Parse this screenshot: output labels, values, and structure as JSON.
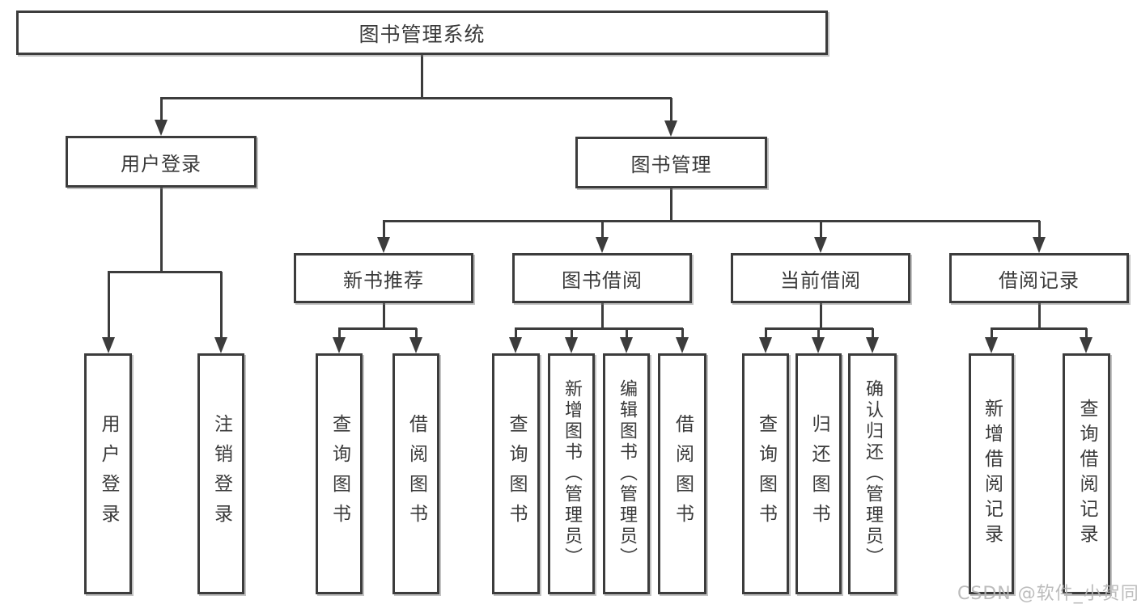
{
  "diagram": {
    "title": "图书管理系统",
    "nodes": {
      "root": {
        "label": "图书管理系统"
      },
      "user_login": {
        "label": "用户登录"
      },
      "book_mgmt": {
        "label": "图书管理"
      },
      "new_book_rec": {
        "label": "新书推荐"
      },
      "book_borrow": {
        "label": "图书借阅"
      },
      "current_borrow": {
        "label": "当前借阅"
      },
      "borrow_records": {
        "label": "借阅记录"
      },
      "ul_login": {
        "label": "用户登录"
      },
      "ul_logout": {
        "label": "注销登录"
      },
      "nbr_query": {
        "label": "查询图书"
      },
      "nbr_borrow": {
        "label": "借阅图书"
      },
      "bb_query": {
        "label": "查询图书"
      },
      "bb_add": {
        "label": "新增图书（管理员）"
      },
      "bb_edit": {
        "label": "编辑图书（管理员）"
      },
      "bb_borrow": {
        "label": "借阅图书"
      },
      "cb_query": {
        "label": "查询图书"
      },
      "cb_return": {
        "label": "归还图书"
      },
      "cb_confirm": {
        "label": "确认归还（管理员）"
      },
      "br_add": {
        "label": "新增借阅记录"
      },
      "br_query": {
        "label": "查询借阅记录"
      }
    },
    "edges": [
      {
        "from": "root",
        "to": "user_login"
      },
      {
        "from": "root",
        "to": "book_mgmt"
      },
      {
        "from": "user_login",
        "to": "ul_login"
      },
      {
        "from": "user_login",
        "to": "ul_logout"
      },
      {
        "from": "book_mgmt",
        "to": "new_book_rec"
      },
      {
        "from": "book_mgmt",
        "to": "book_borrow"
      },
      {
        "from": "book_mgmt",
        "to": "current_borrow"
      },
      {
        "from": "book_mgmt",
        "to": "borrow_records"
      },
      {
        "from": "new_book_rec",
        "to": "nbr_query"
      },
      {
        "from": "new_book_rec",
        "to": "nbr_borrow"
      },
      {
        "from": "book_borrow",
        "to": "bb_query"
      },
      {
        "from": "book_borrow",
        "to": "bb_add"
      },
      {
        "from": "book_borrow",
        "to": "bb_edit"
      },
      {
        "from": "book_borrow",
        "to": "bb_borrow"
      },
      {
        "from": "current_borrow",
        "to": "cb_query"
      },
      {
        "from": "current_borrow",
        "to": "cb_return"
      },
      {
        "from": "current_borrow",
        "to": "cb_confirm"
      },
      {
        "from": "borrow_records",
        "to": "br_add"
      },
      {
        "from": "borrow_records",
        "to": "br_query"
      }
    ]
  },
  "colors": {
    "line": "#3c3c3c",
    "text": "#3a3a3a",
    "watermark": "#b5b5b5",
    "background": "#ffffff"
  },
  "watermark": {
    "text": "CSDN @软件_小贺同学"
  }
}
